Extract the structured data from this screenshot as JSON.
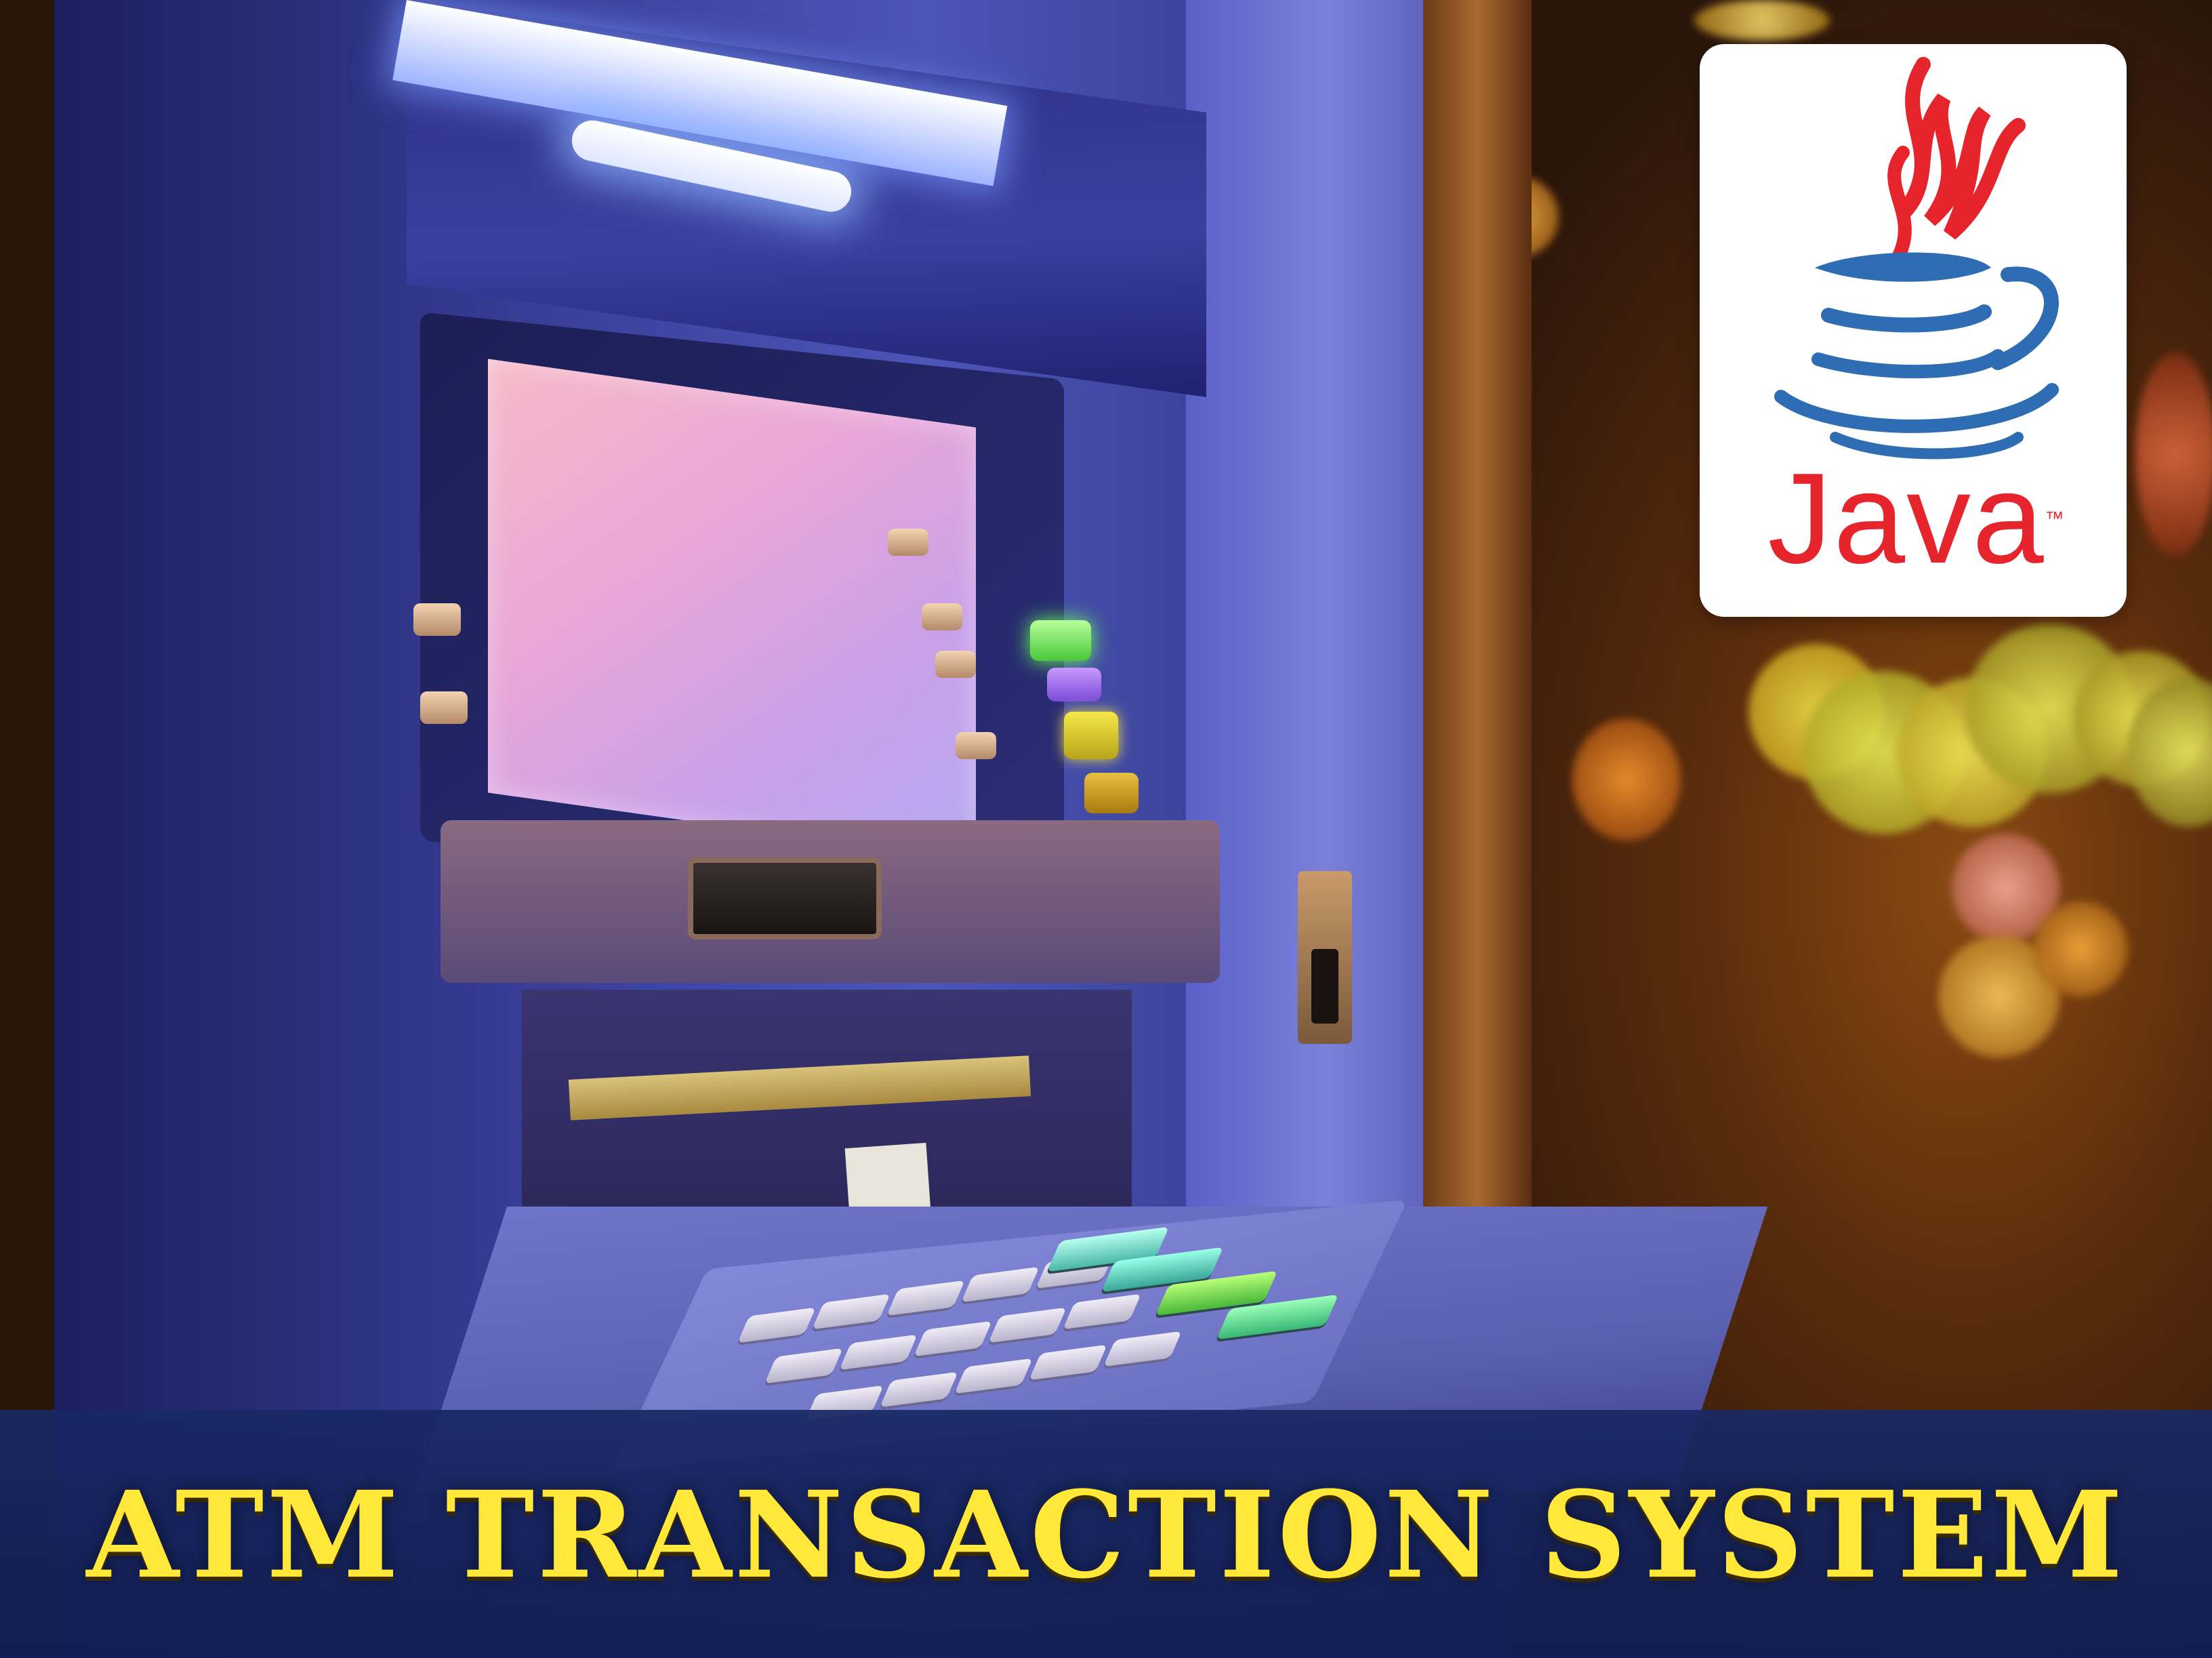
{
  "banner": {
    "title": "ATM TRANSACTION SYSTEM",
    "text_color": "#ffe83a",
    "background_color": "#182864"
  },
  "logo": {
    "wordmark": "Java",
    "trademark": "™",
    "icon": "java-coffee-cup-icon",
    "flame_color": "#e5242b",
    "cup_color": "#2e6db4"
  },
  "photo": {
    "subject": "atm-machine-photo"
  }
}
